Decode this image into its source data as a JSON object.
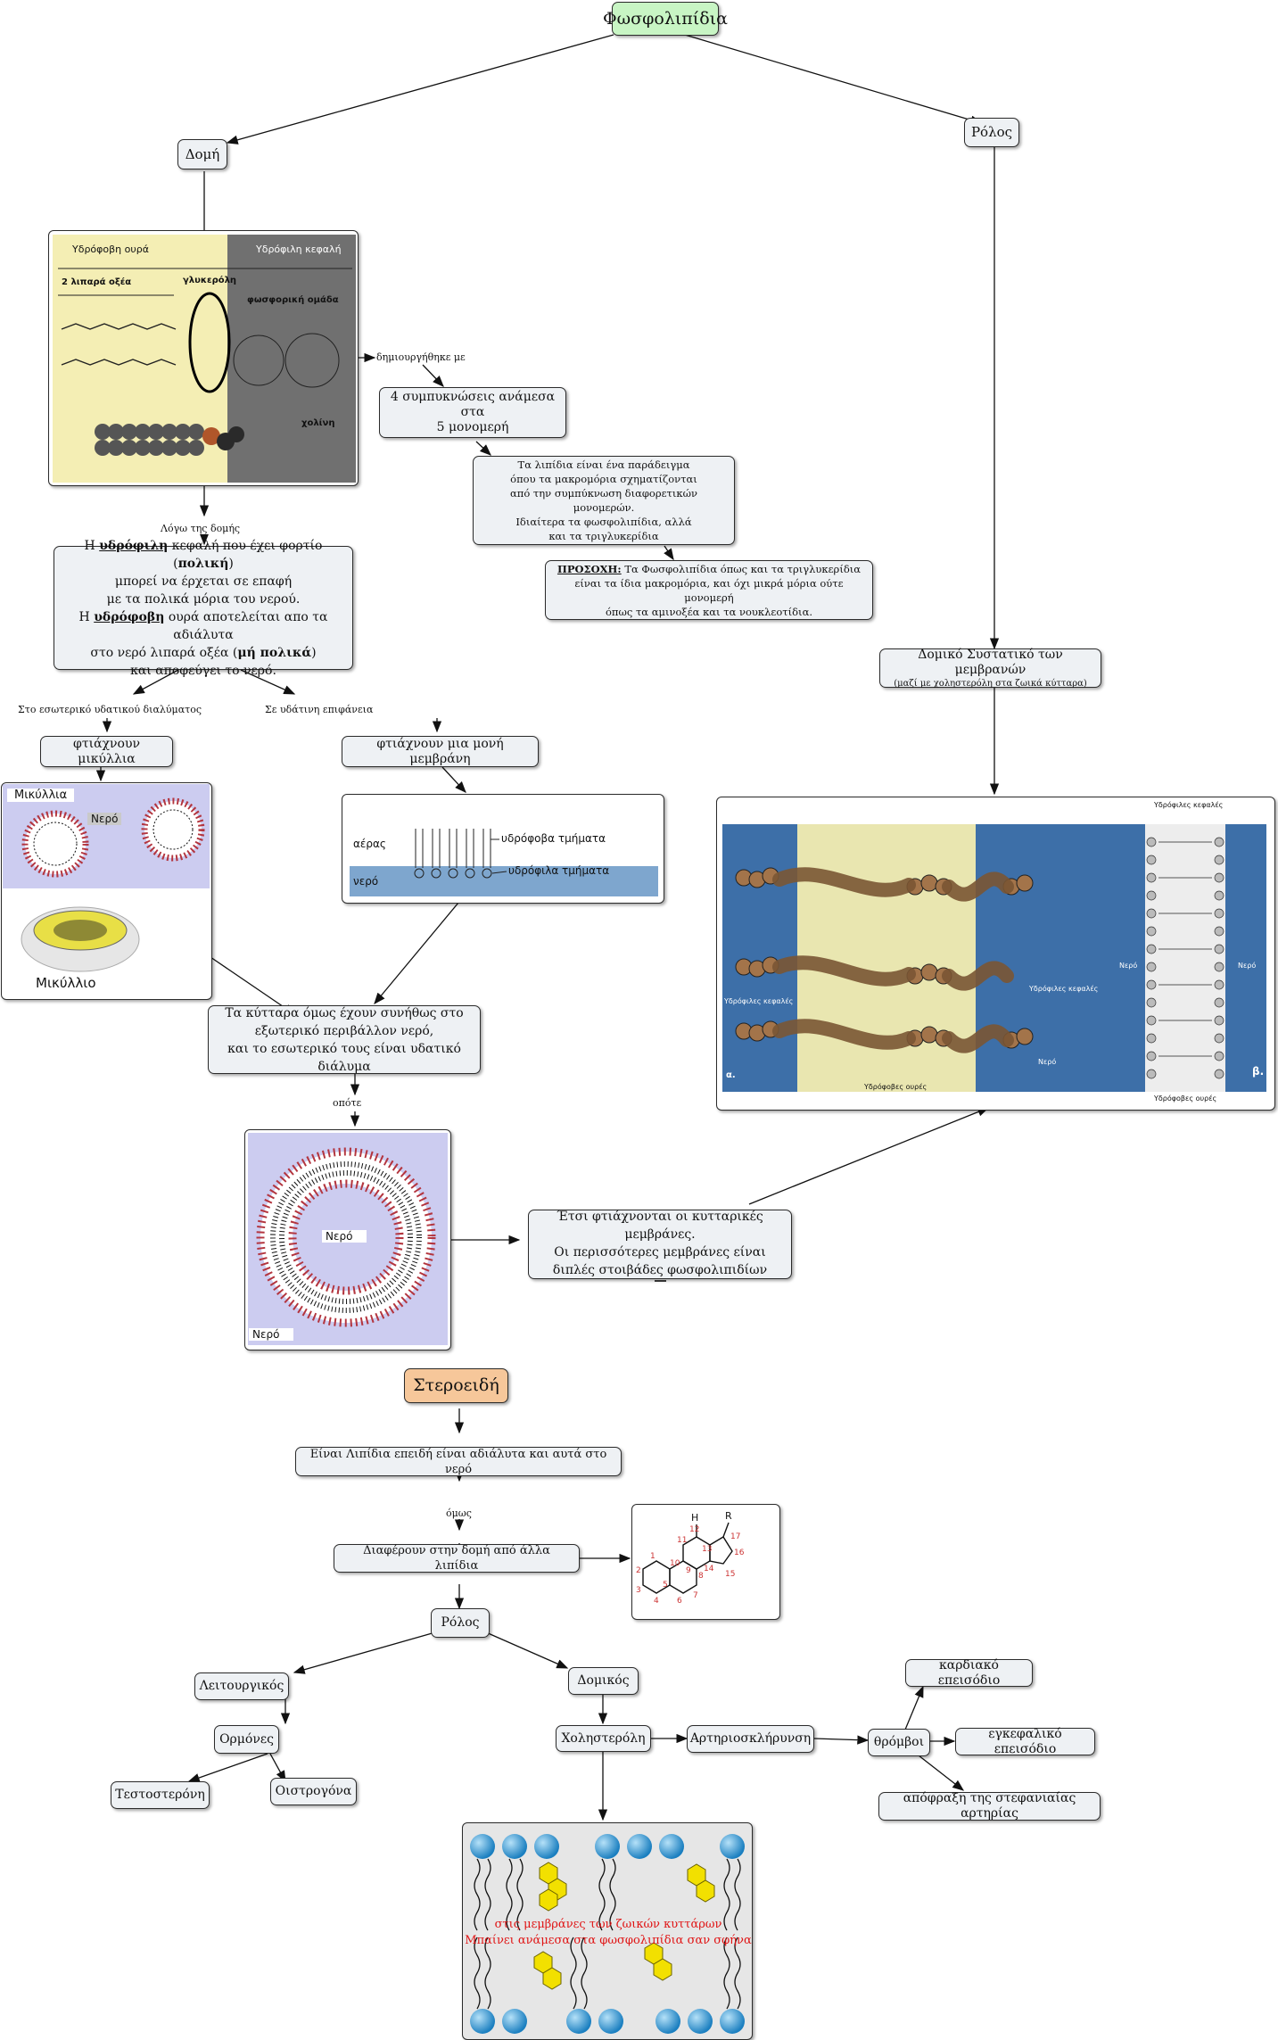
{
  "title": "Φωσφολιπίδια",
  "structure": "Δομή",
  "role": "Ρόλος",
  "created_with": "δημιουργήθηκε με",
  "condensations": {
    "line1": "4 συμπυκνώσεις ανάμεσα στα",
    "line2": "5 μονομερή"
  },
  "lipids_example": {
    "line1": "Τα λιπίδια είναι ένα παράδειγμα",
    "line2": "όπου τα μακρομόρια σχηματίζονται",
    "line3": "από την συμπύκνωση διαφορετικών μονομερών.",
    "line4": "Ιδιαίτερα τα φωσφολιπίδια, αλλά",
    "line5": "και τα τριγλυκερίδια"
  },
  "attention": {
    "keyword": "ΠΡΟΣΟΧΗ:",
    "line1": "Τα Φωσφολιπίδια όπως και τα τριγλυκερίδια",
    "line2": "είναι τα ίδια μακρομόρια, και όχι μικρά μόρια ούτε μονομερή",
    "line3": "όπως τα αμινοξέα και τα νουκλεοτίδια."
  },
  "structure_image": {
    "hydrophobic_tail": "Υδρόφοβη ουρά",
    "hydrophilic_head": "Υδρόφιλη κεφαλή",
    "fatty_acids": "2 λιπαρά οξέα",
    "glycerol": "γλυκερόλη",
    "phosphate": "φωσφορική ομάδα",
    "choline": "χολίνη"
  },
  "due_to_structure": "Λόγω της δομής",
  "head_tail": {
    "l1a": "Η ",
    "l1b": "υδρόφιλη",
    "l1c": " κεφαλή που έχει φορτίο (",
    "l1d": "πολική",
    "l1e": ")",
    "l2": "μπορεί να έρχεται σε επαφή",
    "l3": "με τα πολικά μόρια του νερού.",
    "l4a": "Η ",
    "l4b": "υδρόφοβη",
    "l4c": " ουρά αποτελείται απο τα αδιάλυτα",
    "l5a": "στο νερό λιπαρά οξέα (",
    "l5b": "μή πολικά",
    "l5c": ")",
    "l6": "και αποφεύγει το νερό."
  },
  "inside_aqueous": "Στο εσωτερικό υδατικού διαλύματος",
  "water_surface": "Σε υδάτινη επιφάνεια",
  "make_micelles": "φτιάχνουν μικύλλια",
  "make_monolayer": "φτιάχνουν μια μονή μεμβράνη",
  "micelle_image": {
    "micelles": "Μικύλλια",
    "water": "Νερό",
    "micelle": "Μικύλλιο"
  },
  "monolayer_image": {
    "air": "αέρας",
    "water": "νερό",
    "hydrophobic": "υδρόφοβα τμήματα",
    "hydrophilic": "υδρόφιλα τμήματα"
  },
  "cells_env": {
    "line1": "Τα κύτταρα όμως έχουν συνήθως στο",
    "line2": "εξωτερικό περιβάλλον νερό,",
    "line3": "και το εσωτερικό τους είναι υδατικό διάλυμα"
  },
  "so": "οπότε",
  "bilayer_image": {
    "water_in": "Νερό",
    "water_out": "Νερό"
  },
  "membranes": {
    "line1": "Έτσι φτιάχνονται οι κυτταρικές μεμβράνες.",
    "line2": "Οι περισσότερες μεμβράνες είναι",
    "line3": "διπλές στοιβάδες φωσφολιπιδίων"
  },
  "structural_component": {
    "line1": "Δομικό Συστατικό των μεμβρανών",
    "line2": "(μαζί με χοληστερόλη στα ζωικά κύτταρα)"
  },
  "membrane_image": {
    "heads_top": "Υδρόφιλες κεφαλές",
    "water_left": "Νερό",
    "water_right": "Νερό",
    "heads_left": "Υδρόφιλες κεφαλές",
    "heads_mid": "Υδρόφιλες κεφαλές",
    "water_mid": "Νερό",
    "tails_left": "Υδρόφοβες ουρές",
    "tails_right": "Υδρόφοβες ουρές",
    "label_a": "α.",
    "label_b": "β."
  },
  "steroids": "Στεροειδή",
  "steroid_lipids": "Είναι Λιπίδια επειδή είναι αδιάλυτα και αυτά στο νερό",
  "but": "όμως",
  "differ": "Διαφέρουν στην δομή από άλλα λιπίδια",
  "steroid_role": "Ρόλος",
  "functional": "Λειτουργικός",
  "hormones": "Ορμόνες",
  "testosterone": "Τεστοστερόνη",
  "estrogens": "Οιστρογόνα",
  "structural": "Δομικός",
  "cholesterol": "Χοληστερόλη",
  "atherosclerosis": "Αρτηριοσκλήρυνση",
  "thrombi": "θρόμβοι",
  "heart_attack": "καρδιακό επεισόδιο",
  "stroke": "εγκεφαλικό επεισόδιο",
  "coronary": "απόφραξη της στεφανιαίας αρτηρίας",
  "steroid_skeleton": {
    "r": "R",
    "h": "H"
  },
  "cholesterol_image": {
    "line1": "στις μεμβράνες των ζωικών κυττάρων",
    "line2": "Μπαίνει ανάμεσα στα φωσφολιπίδια σαν σφήνα"
  },
  "colors": {
    "title_bg": "#c8f5c4",
    "steroid_bg": "#f6c79a",
    "node_bg": "#eef1f4",
    "water_blue": "#3d6fa8",
    "lipid_pink": "#b3353f"
  }
}
